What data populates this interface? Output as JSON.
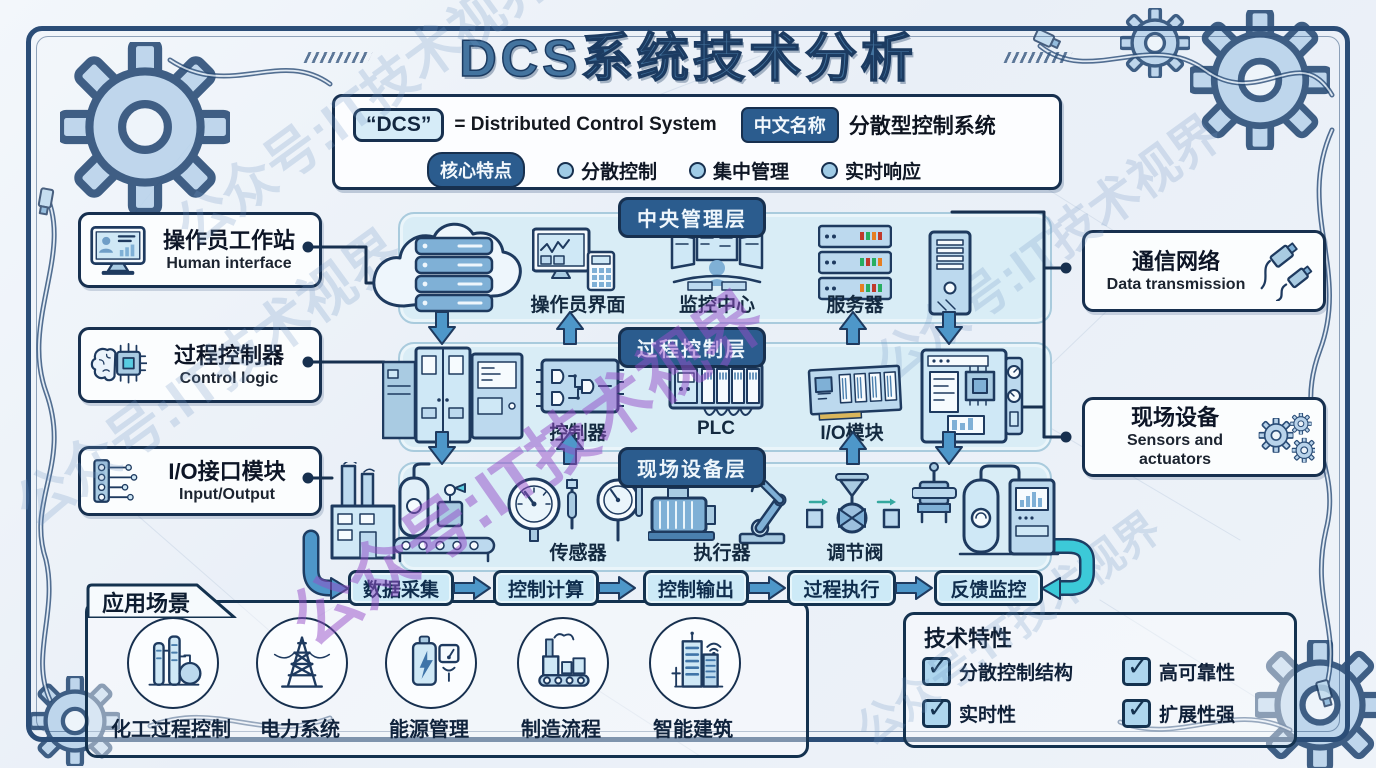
{
  "title": "DCS系统技术分析",
  "definition": {
    "term": "“DCS”",
    "expansion": "= Distributed Control System",
    "cn_label": "中文名称",
    "cn_value": "分散型控制系统",
    "core_label": "核心特点",
    "core_points": [
      "分散控制",
      "集中管理",
      "实时响应"
    ]
  },
  "left_panels": [
    {
      "title": "操作员工作站",
      "subtitle": "Human interface"
    },
    {
      "title": "过程控制器",
      "subtitle": "Control logic"
    },
    {
      "title": "I/O接口模块",
      "subtitle": "Input/Output"
    }
  ],
  "right_panels": [
    {
      "title": "通信网络",
      "subtitle": "Data transmission"
    },
    {
      "title": "现场设备",
      "subtitle": "Sensors and actuators"
    }
  ],
  "layers": [
    {
      "name": "中央管理层",
      "items": [
        "操作员界面",
        "监控中心",
        "服务器"
      ]
    },
    {
      "name": "过程控制层",
      "items": [
        "控制器",
        "PLC",
        "I/O模块"
      ]
    },
    {
      "name": "现场设备层",
      "items": [
        "传感器",
        "执行器",
        "调节阀"
      ]
    }
  ],
  "flow": [
    "数据采集",
    "控制计算",
    "控制输出",
    "过程执行",
    "反馈监控"
  ],
  "applications": {
    "title": "应用场景",
    "items": [
      "化工过程控制",
      "电力系统",
      "能源管理",
      "制造流程",
      "智能建筑"
    ]
  },
  "features": {
    "title": "技术特性",
    "items": [
      "分散控制结构",
      "高可靠性",
      "实时性",
      "扩展性强"
    ]
  },
  "watermark": "公众号:IT技术视界",
  "colors": {
    "ink": "#1e3a5f",
    "title_blue": "#44749f",
    "panel_fill": "#d9edf6",
    "pill_fill": "#2b5c8e",
    "flow_box_fill": "#cdeaf7",
    "arrow_blue": "#4e97c9",
    "feedback_teal": "#3cc9d8",
    "watermark_purple": "#964dc7"
  },
  "icons": {
    "left": [
      "monitor-user-icon",
      "brain-chip-icon",
      "io-plug-icon"
    ],
    "right": [
      "usb-cables-icon",
      "gears-icon"
    ],
    "layer1": [
      "cloud-servers-icon",
      "operator-ui-icon",
      "control-room-icon",
      "server-rack-icon",
      "tower-pc-icon"
    ],
    "layer2": [
      "cabinets-icon",
      "circuit-board-icon",
      "plc-icon",
      "io-card-icon",
      "control-station-icon"
    ],
    "layer3": [
      "factory-icon",
      "gauge-sensors-icon",
      "motor-arm-icon",
      "valve-icon",
      "plant-equipment-icon"
    ],
    "apps": [
      "chem-plant-icon",
      "power-tower-icon",
      "battery-meter-icon",
      "conveyor-factory-icon",
      "smart-building-icon"
    ]
  }
}
